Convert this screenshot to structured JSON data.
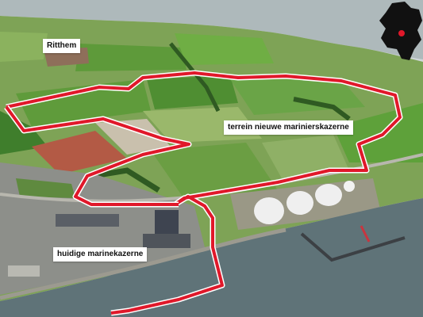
{
  "labels": {
    "ritthem": "Ritthem",
    "new_site": "terrein nieuwe marinierskazerne",
    "current_base": "huidige marinekazerne"
  },
  "colors": {
    "boundary": "#e0182a",
    "boundary_outline": "#ffffff",
    "water": "#5f7378",
    "field_green": "#6fa843",
    "inset_land": "#111111",
    "inset_marker": "#e0182a"
  },
  "inset_map": {
    "icon": "location-inset-map-icon"
  }
}
